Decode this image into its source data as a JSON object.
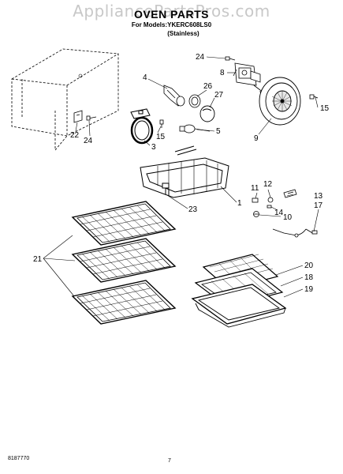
{
  "watermark": "AppliancePartsPros.com",
  "header": {
    "title": "OVEN PARTS",
    "models": "For Models:YKERC608LS0",
    "finish": "(Stainless)"
  },
  "callouts": {
    "c1": "1",
    "c3": "3",
    "c4": "4",
    "c5": "5",
    "c8": "8",
    "c9": "9",
    "c10": "10",
    "c11": "11",
    "c12": "12",
    "c13": "13",
    "c14": "14",
    "c15a": "15",
    "c15b": "15",
    "c17": "17",
    "c18": "18",
    "c19": "19",
    "c20": "20",
    "c21": "21",
    "c22": "22",
    "c23": "23",
    "c24a": "24",
    "c24b": "24",
    "c26": "26",
    "c27": "27"
  },
  "footer": {
    "doc_number": "8187770",
    "page_number": "7"
  }
}
